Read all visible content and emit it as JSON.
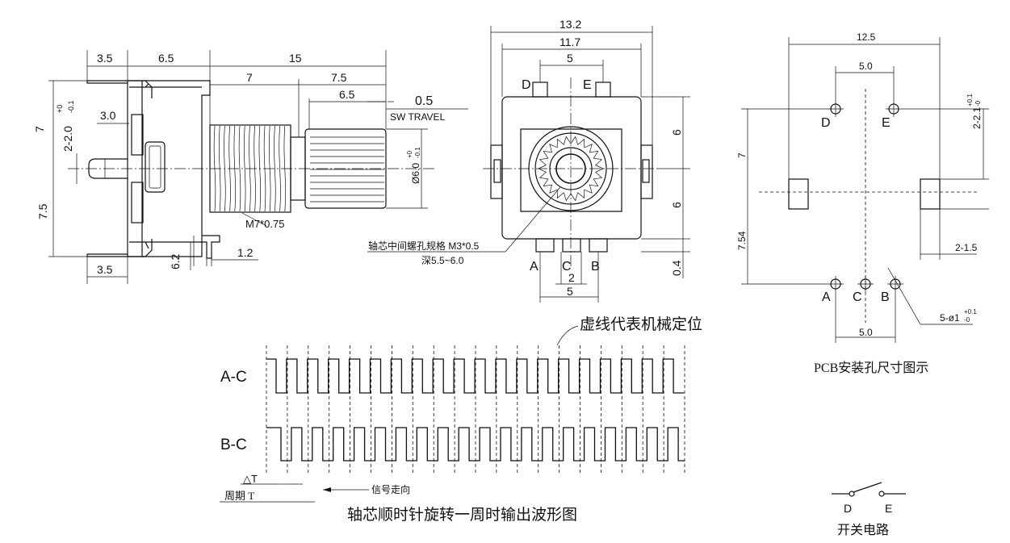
{
  "side_view": {
    "dims": {
      "top_3_5": "3.5",
      "top_6_5": "6.5",
      "top_15": "15",
      "mid_7": "7",
      "mid_7_5": "7.5",
      "knurl_6_5": "6.5",
      "travel_0_5": "0.5",
      "inner_3_0": "3.0",
      "left_7": "7",
      "left_7_5": "7.5",
      "bottom_3_5": "3.5",
      "bottom_6_2": "6.2",
      "bottom_1_2": "1.2",
      "pin_2_0": "2-2.0",
      "pin_2_0_tol_up": "+0",
      "pin_2_0_tol_dn": "-0.1",
      "dia_6_0": "Ø6.0",
      "dia_6_0_tol_up": "+0",
      "dia_6_0_tol_dn": "-0.1"
    },
    "sw_travel": "SW TRAVEL",
    "thread": "M7*0.75"
  },
  "front_view": {
    "dims": {
      "w_13_2": "13.2",
      "w_11_7": "11.7",
      "w_5": "5",
      "r_6a": "6",
      "r_6b": "6",
      "r_0_4": "0.4",
      "b_2": "2",
      "b_5": "5"
    },
    "pins": {
      "D": "D",
      "E": "E",
      "A": "A",
      "C": "C",
      "B": "B"
    },
    "screw_hole_note": "轴芯中间螺孔规格 M3*0.5",
    "screw_depth_note": "深5.5~6.0"
  },
  "pcb_view": {
    "dims": {
      "w_12_5": "12.5",
      "de_5_0": "5.0",
      "abc_5_0": "5.0",
      "h_7": "7",
      "h_7_54": "7.54",
      "de_hole": "2-2.1",
      "de_hole_tol_up": "+0.1",
      "de_hole_tol_dn": "-0",
      "slot_1_5": "2-1.5",
      "abc_hole": "5-ø1",
      "abc_hole_tol_up": "+0.1",
      "abc_hole_tol_dn": "-0"
    },
    "pins": {
      "D": "D",
      "E": "E",
      "A": "A",
      "C": "C",
      "B": "B"
    },
    "caption": "PCB安装孔尺寸图示"
  },
  "waveform": {
    "annotation": "虚线代表机械定位",
    "label_ac": "A-C",
    "label_bc": "B-C",
    "delta_t": "△T",
    "period_label": "周期 T",
    "signal_direction": "信号走向",
    "caption": "轴芯顺时针旋转一周时输出波形图"
  },
  "switch_circuit": {
    "label_d": "D",
    "label_e": "E",
    "caption": "开关电路"
  }
}
